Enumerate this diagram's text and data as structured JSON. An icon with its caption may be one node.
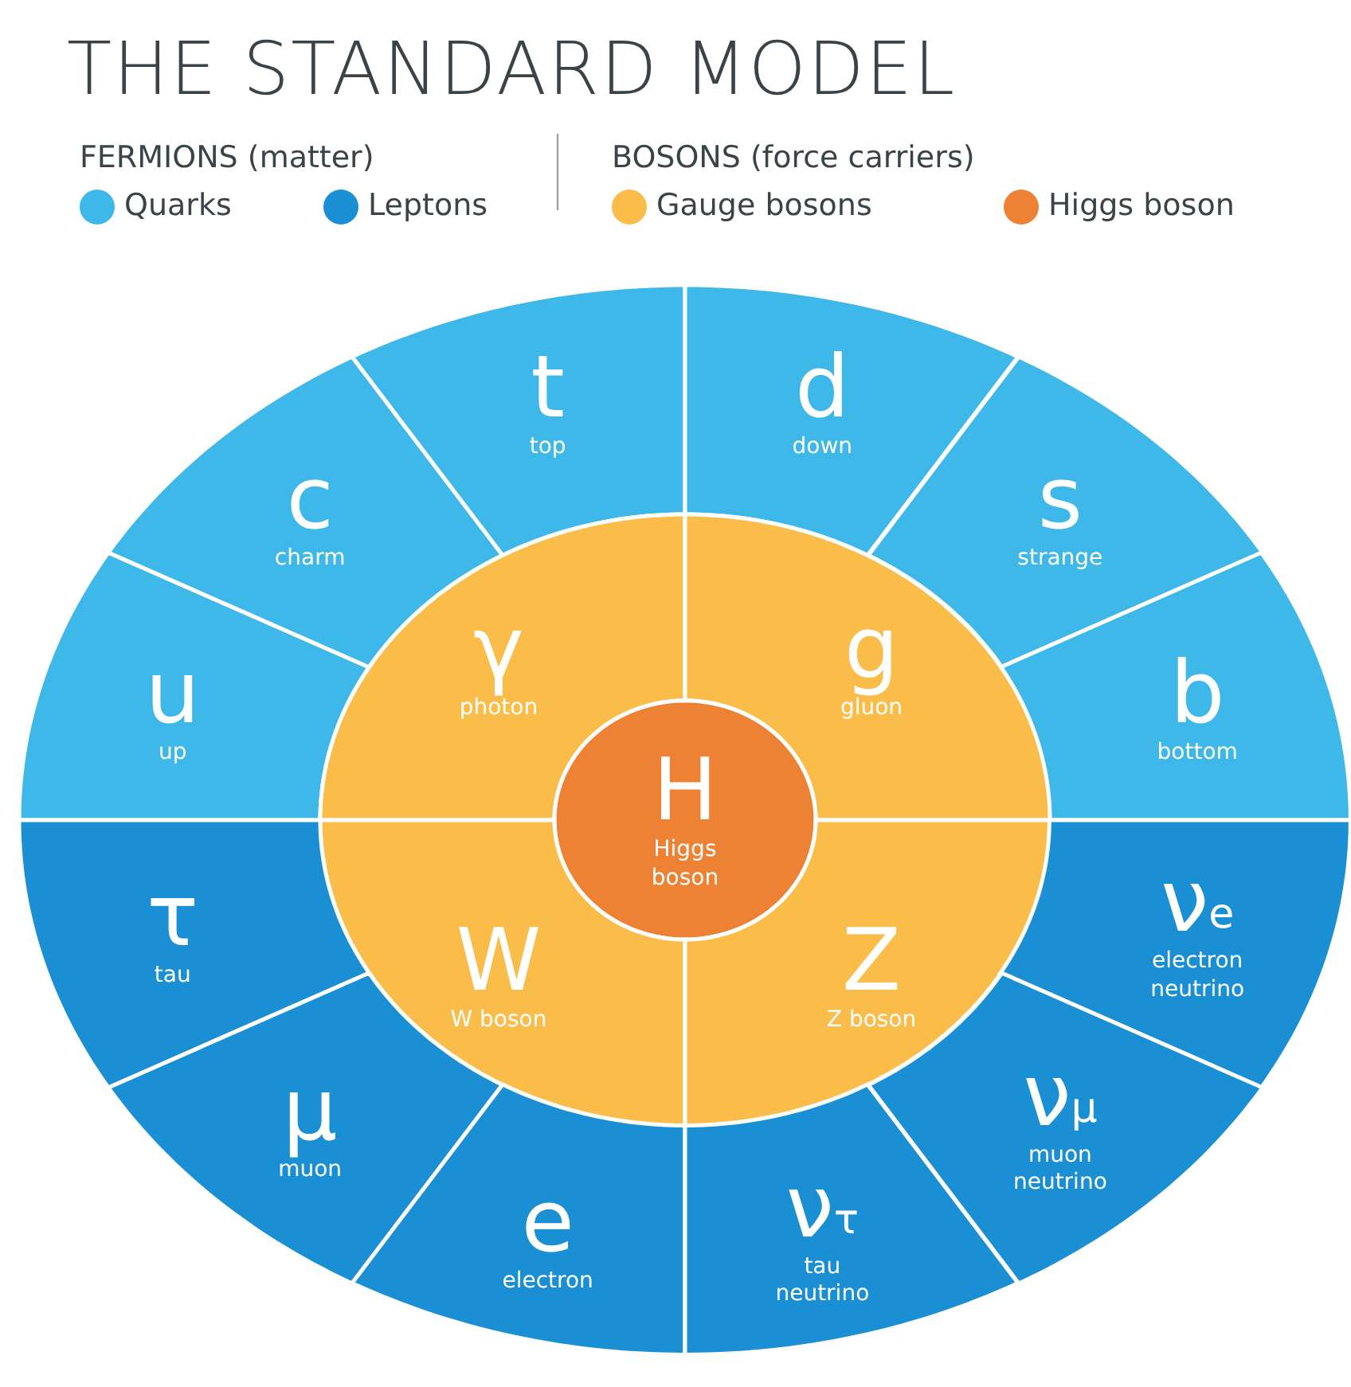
{
  "diagram": {
    "title": "THE STANDARD MODEL",
    "nodes": [
      {
        "text": [
          "u",
          "up"
        ]
      },
      {
        "text": [
          "c",
          "charm"
        ]
      },
      {
        "text": [
          "t",
          "top"
        ]
      },
      {
        "text": [
          "d",
          "down"
        ]
      },
      {
        "text": [
          "s",
          "strange"
        ]
      },
      {
        "text": [
          "b",
          "bottom"
        ]
      },
      {
        "text": [
          "γ",
          "photon"
        ]
      },
      {
        "text": [
          "g",
          "gluon"
        ]
      },
      {
        "text": [
          "H",
          "Higgs boson"
        ]
      },
      {
        "text": [
          "W",
          "W boson"
        ]
      },
      {
        "text": [
          "Z",
          "Z boson"
        ]
      },
      {
        "text": [
          "τ",
          "tau"
        ]
      },
      {
        "text": [
          "ν$_{e}$",
          "electron neutrino"
        ]
      },
      {
        "text": [
          "μ",
          "muon"
        ]
      },
      {
        "text": [
          "ν$_{μ}$",
          "muon neutrino"
        ]
      },
      {
        "text": [
          "e",
          "electron"
        ]
      },
      {
        "text": [
          "ν$_{τ}$",
          "tau neutrino"
        ]
      }
    ],
    "labels": [
      "FERMIONS (matter)",
      "BOSONS (force carriers)"
    ],
    "legend": [
      {
        "text": "Quarks",
        "color": "#3db8e8"
      },
      {
        "text": "Leptons",
        "color": "#1b8fd3"
      },
      {
        "text": "Gauge bosons",
        "color": "#fbbd4a"
      },
      {
        "text": "Higgs boson",
        "color": "#ee8234"
      }
    ]
  }
}
